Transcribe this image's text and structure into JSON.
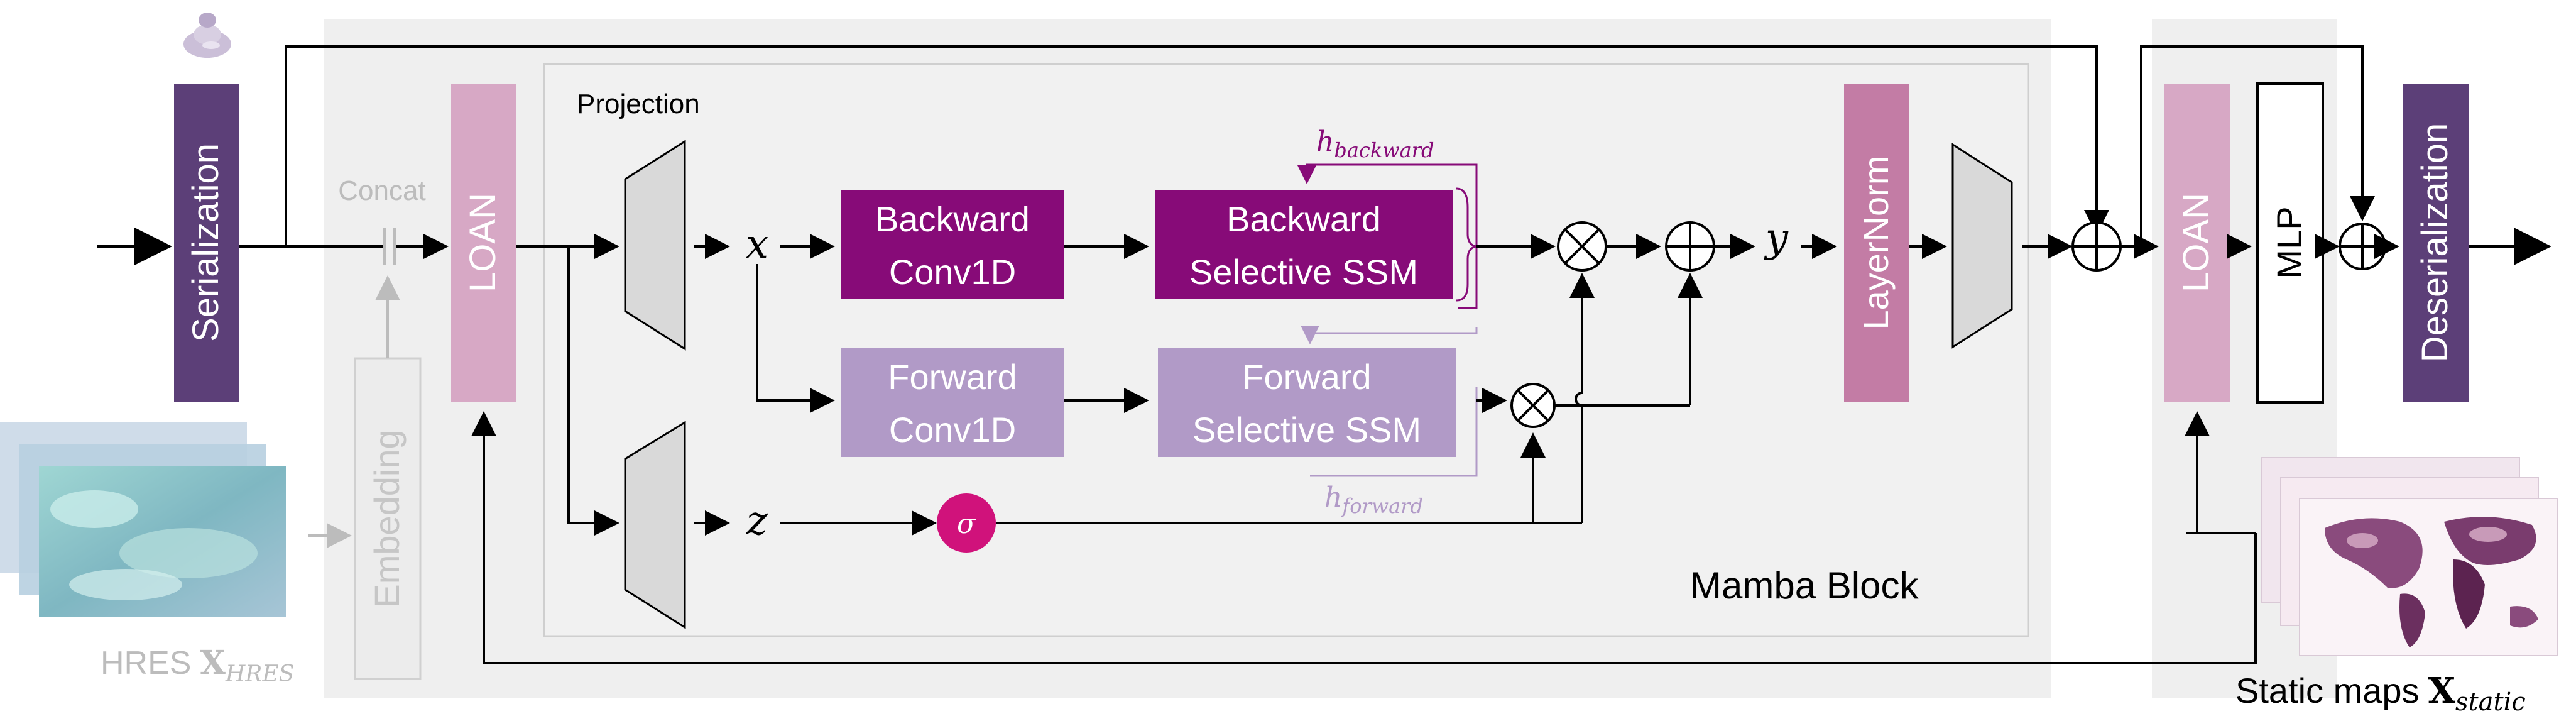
{
  "blocks": {
    "serialization": "Serialization",
    "concat": "Concat",
    "loan_left": "LOAN",
    "embedding": "Embedding",
    "projection": "Projection",
    "var_x": "x",
    "var_z": "z",
    "var_y": "y",
    "sigma": "σ",
    "backward_conv_line1": "Backward",
    "backward_conv_line2": "Conv1D",
    "backward_ssm_line1": "Backward",
    "backward_ssm_line2": "Selective SSM",
    "forward_conv_line1": "Forward",
    "forward_conv_line2": "Conv1D",
    "forward_ssm_line1": "Forward",
    "forward_ssm_line2": "Selective SSM",
    "h_backward_base": "h",
    "h_backward_sub": "backward",
    "h_forward_base": "h",
    "h_forward_sub": "forward",
    "layernorm": "LayerNorm",
    "mamba_block": "Mamba Block",
    "loan_right": "LOAN",
    "mlp": "MLP",
    "deserialization": "Deserialization",
    "hres_label": "HRES",
    "hres_sym": "X",
    "hres_sub": "HRES",
    "static_label": "Static maps",
    "static_sym": "X",
    "static_sub": "static"
  },
  "colors": {
    "dark_purple": "#5c3f78",
    "backward_purple": "#870b78",
    "forward_lavender": "#b19ac7",
    "loan_pink": "#d7a8c5",
    "layernorm_pink": "#c37ca5",
    "sigma_magenta": "#d0127b",
    "trapezoid_gray": "#d9d9d9",
    "panel_light": "#efefef",
    "panel_inner": "#f1f1f1"
  },
  "icons": [
    "serialization-glyph-icon",
    "hres-satellite-image",
    "static-world-map-image"
  ]
}
